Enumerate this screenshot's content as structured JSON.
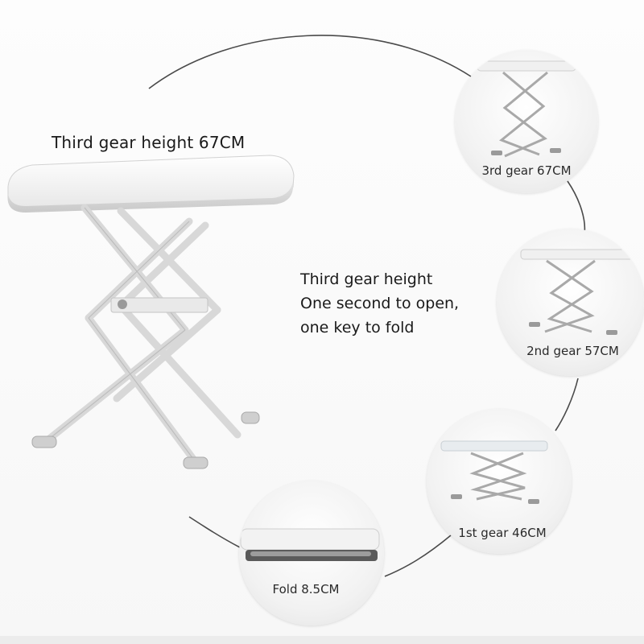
{
  "headline": "Third gear height 67CM",
  "tagline": [
    "Third gear height",
    "One second to open,",
    "one key to fold"
  ],
  "gears": [
    {
      "label": "3rd gear 67CM"
    },
    {
      "label": "2nd gear 57CM"
    },
    {
      "label": "1st gear 46CM"
    },
    {
      "label": "Fold 8.5CM"
    }
  ]
}
